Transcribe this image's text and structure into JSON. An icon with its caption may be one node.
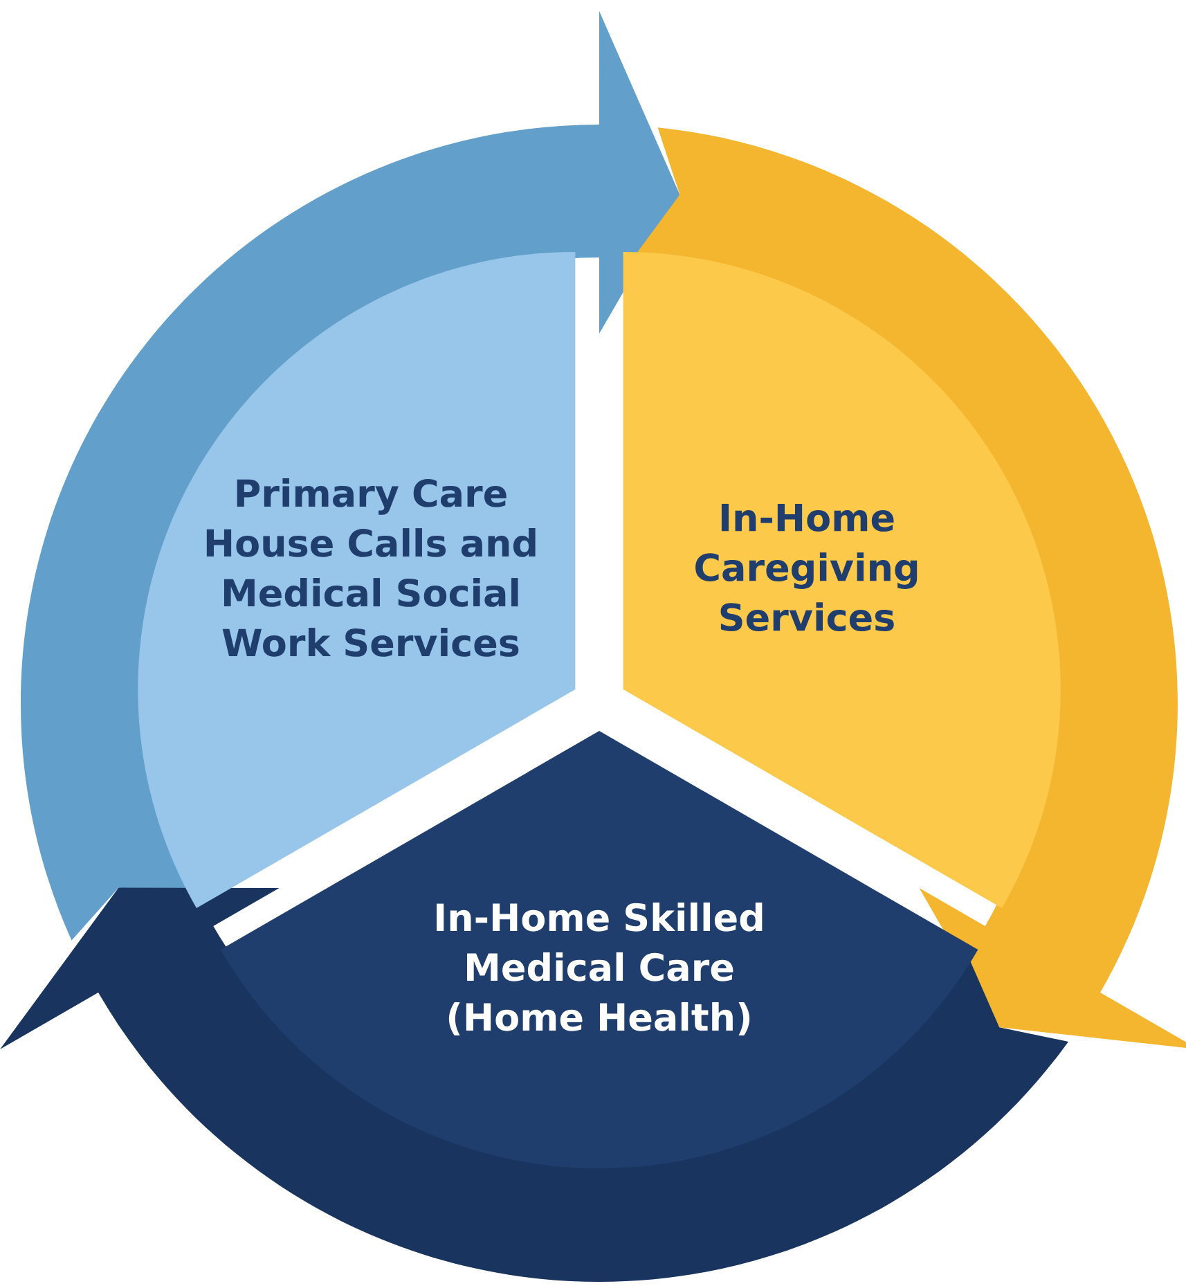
{
  "diagram": {
    "nodes": [
      {
        "text": [
          "Primary Care House Calls and Medical Social Work Services"
        ]
      },
      {
        "text": [
          "In-Home Caregiving Services"
        ]
      },
      {
        "text": [
          "In-Home Skilled Medical Care (Home Health)"
        ]
      }
    ],
    "edges": [
      {
        "from": 0,
        "to": 1,
        "arrow": "to",
        "color": "#62a0cb"
      },
      {
        "from": 1,
        "to": 2,
        "arrow": "to",
        "color": "#f4b62e"
      },
      {
        "from": 2,
        "to": 0,
        "arrow": "to",
        "color": "#18345f"
      }
    ]
  }
}
